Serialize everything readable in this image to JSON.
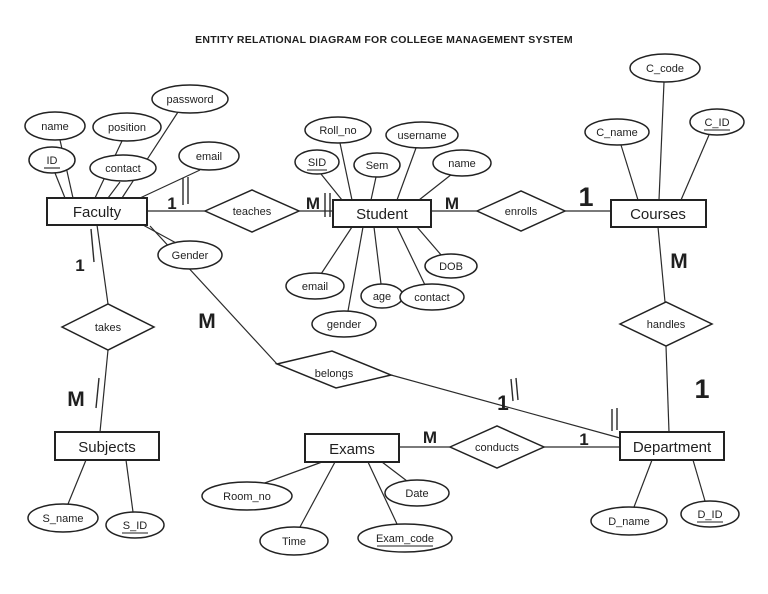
{
  "title": "ENTITY RELATIONAL DIAGRAM FOR COLLEGE MANAGEMENT SYSTEM",
  "entities": {
    "faculty": "Faculty",
    "student": "Student",
    "courses": "Courses",
    "subjects": "Subjects",
    "exams": "Exams",
    "department": "Department"
  },
  "relationships": {
    "teaches": "teaches",
    "enrolls": "enrolls",
    "takes": "takes",
    "handles": "handles",
    "belongs": "belongs",
    "conducts": "conducts"
  },
  "attr": {
    "faculty_name": "name",
    "faculty_id": "ID",
    "faculty_position": "position",
    "faculty_password": "password",
    "faculty_contact": "contact",
    "faculty_email": "email",
    "faculty_gender": "Gender",
    "student_rollno": "Roll_no",
    "student_sid": "SID",
    "student_sem": "Sem",
    "student_username": "username",
    "student_name": "name",
    "student_dob": "DOB",
    "student_email": "email",
    "student_age": "age",
    "student_contact": "contact",
    "student_gender": "gender",
    "courses_ccode": "C_code",
    "courses_cname": "C_name",
    "courses_cid": "C_ID",
    "subjects_sname": "S_name",
    "subjects_sid": "S_ID",
    "exams_roomno": "Room_no",
    "exams_time": "Time",
    "exams_date": "Date",
    "exams_examcode": "Exam_code",
    "department_dname": "D_name",
    "department_did": "D_ID"
  },
  "card": {
    "faculty_teaches": "1",
    "teaches_student": "M",
    "student_enrolls": "M",
    "enrolls_courses": "1",
    "faculty_takes": "1",
    "takes_subjects": "M",
    "faculty_belongs": "M",
    "belongs_department": "1",
    "courses_handles": "M",
    "handles_department": "1",
    "exams_conducts": "M",
    "conducts_department": "1"
  },
  "colors": {
    "ink": "#1f1f1f",
    "paper": "#ffffff"
  }
}
